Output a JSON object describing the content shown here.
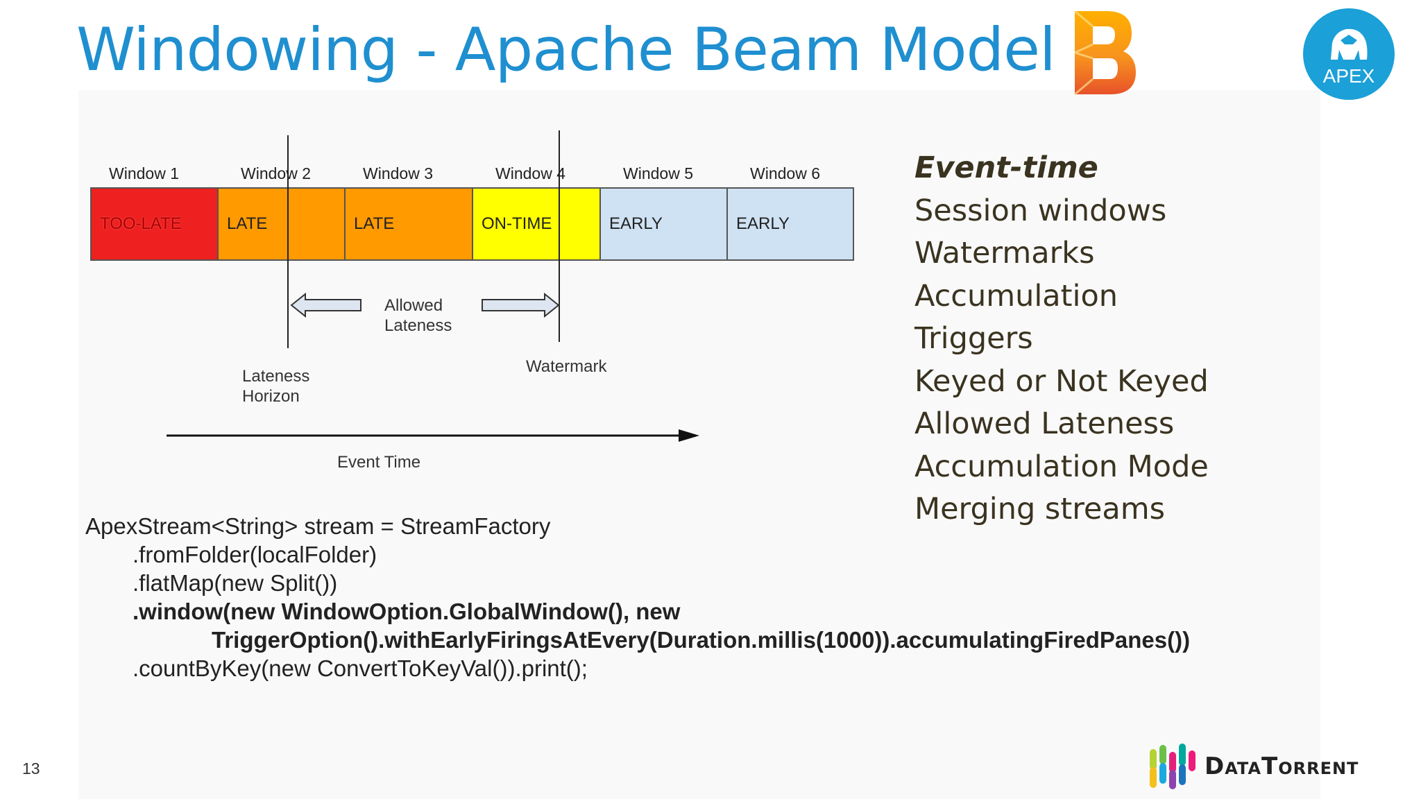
{
  "slide": {
    "title": "Windowing - Apache Beam Model",
    "page_number": "13"
  },
  "logos": {
    "apex": "APEX",
    "datatorrent": "DataTorrent"
  },
  "diagram": {
    "windows": [
      {
        "label": "Window 1",
        "status": "TOO-LATE",
        "color": "#ee2020"
      },
      {
        "label": "Window 2",
        "status": "LATE",
        "color": "#ff9a00"
      },
      {
        "label": "Window 3",
        "status": "LATE",
        "color": "#ff9a00"
      },
      {
        "label": "Window 4",
        "status": "ON-TIME",
        "color": "#ffff00"
      },
      {
        "label": "Window 5",
        "status": "EARLY",
        "color": "#cfe2f3"
      },
      {
        "label": "Window 6",
        "status": "EARLY",
        "color": "#cfe2f3"
      }
    ],
    "allowed_lateness": [
      "Allowed",
      "Lateness"
    ],
    "lateness_horizon": [
      "Lateness",
      "Horizon"
    ],
    "watermark": "Watermark",
    "event_time": "Event Time"
  },
  "features": [
    "Event-time",
    "Session windows",
    "Watermarks",
    "Accumulation",
    "Triggers",
    "Keyed or Not Keyed",
    "Allowed Lateness",
    "Accumulation Mode",
    "Merging streams"
  ],
  "code": [
    "ApexStream<String> stream = StreamFactory",
    ".fromFolder(localFolder)",
    ".flatMap(new Split())",
    ".window(new WindowOption.GlobalWindow(), new",
    "TriggerOption().withEarlyFiringsAtEvery(Duration.millis(1000)).accumulatingFiredPanes())",
    ".countByKey(new ConvertToKeyVal()).print();"
  ],
  "colors": {
    "title": "#1f8fd0",
    "feature_text": "#3a3320"
  }
}
